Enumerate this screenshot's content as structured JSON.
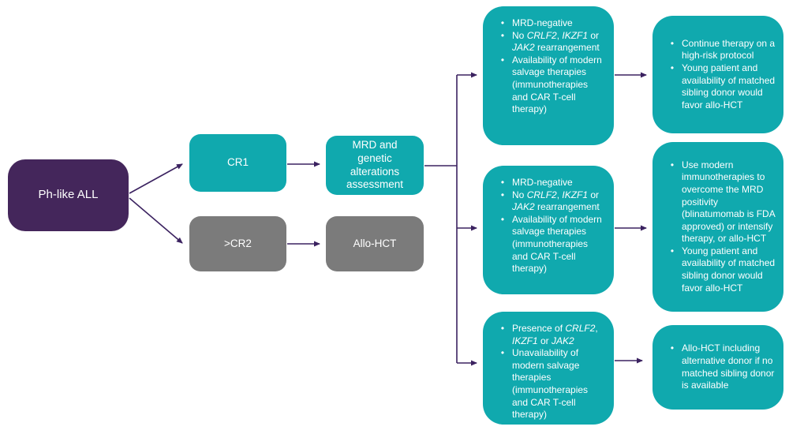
{
  "colors": {
    "teal": "#10A9AE",
    "purple": "#44265B",
    "gray": "#7B7B7B",
    "arrow": "#3B2260",
    "text": "#FFFFFF",
    "bg": "#FFFFFF"
  },
  "diagram": {
    "bullet_char": "•",
    "nodes": {
      "root": {
        "label": "Ph-like ALL"
      },
      "cr1": {
        "label": "CR1"
      },
      "cr2": {
        "label": ">CR2"
      },
      "assessment": {
        "label": "MRD and genetic alterations assessment"
      },
      "allo_hct": {
        "label": "Allo-HCT"
      }
    },
    "conditions": [
      {
        "bullets": [
          {
            "segments": [
              {
                "text": "MRD-negative"
              }
            ]
          },
          {
            "segments": [
              {
                "text": "No "
              },
              {
                "text": "CRLF2",
                "italic": true
              },
              {
                "text": ", "
              },
              {
                "text": "IKZF1",
                "italic": true
              },
              {
                "text": " or "
              },
              {
                "text": "JAK2",
                "italic": true
              },
              {
                "text": " rearrangement"
              }
            ]
          },
          {
            "segments": [
              {
                "text": "Availability of modern salvage therapies (immunotherapies and CAR T-cell therapy)"
              }
            ]
          }
        ]
      },
      {
        "bullets": [
          {
            "segments": [
              {
                "text": "MRD-negative"
              }
            ]
          },
          {
            "segments": [
              {
                "text": "No "
              },
              {
                "text": "CRLF2",
                "italic": true
              },
              {
                "text": ", "
              },
              {
                "text": "IKZF1",
                "italic": true
              },
              {
                "text": " or "
              },
              {
                "text": "JAK2",
                "italic": true
              },
              {
                "text": " rearrangement"
              }
            ]
          },
          {
            "segments": [
              {
                "text": "Availability of modern salvage therapies (immunotherapies and CAR T-cell therapy)"
              }
            ]
          }
        ]
      },
      {
        "bullets": [
          {
            "segments": [
              {
                "text": "Presence of "
              },
              {
                "text": "CRLF2",
                "italic": true
              },
              {
                "text": ", "
              },
              {
                "text": "IKZF1",
                "italic": true
              },
              {
                "text": " or "
              },
              {
                "text": "JAK2",
                "italic": true
              }
            ]
          },
          {
            "segments": [
              {
                "text": "Unavailability of modern salvage therapies (immunotherapies and CAR T-cell therapy)"
              }
            ]
          }
        ]
      }
    ],
    "outcomes": [
      {
        "bullets": [
          {
            "segments": [
              {
                "text": "Continue therapy on a high-risk protocol"
              }
            ]
          },
          {
            "segments": [
              {
                "text": "Young patient and availability of matched sibling donor would favor allo-HCT"
              }
            ]
          }
        ]
      },
      {
        "bullets": [
          {
            "segments": [
              {
                "text": "Use modern immunotherapies to overcome the MRD positivity (blinatumomab is FDA approved) or intensify therapy, or allo-HCT"
              }
            ]
          },
          {
            "segments": [
              {
                "text": "Young patient and availability of matched sibling donor would favor allo-HCT"
              }
            ]
          }
        ]
      },
      {
        "bullets": [
          {
            "segments": [
              {
                "text": "Allo-HCT including alternative donor if no matched sibling donor is available"
              }
            ]
          }
        ]
      }
    ]
  }
}
